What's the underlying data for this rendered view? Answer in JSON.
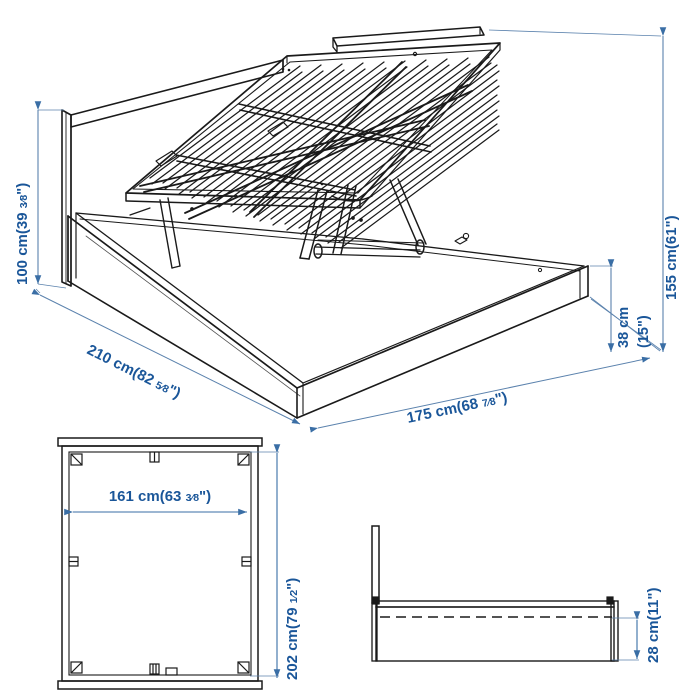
{
  "diagram": {
    "title": "Storage bed frame dimension drawing",
    "product_type": "bed-frame-with-lift-up-storage",
    "views": {
      "perspective": "raised slatted base perspective view",
      "top": "top plan view",
      "side": "side elevation view"
    },
    "accent_color": "#1a5699",
    "line_color": "#1a1a1a",
    "dim_line_color": "#5b82ad",
    "background": "#ffffff"
  },
  "dimensions": {
    "headboard_height": {
      "name": "headboard-height",
      "metric": "100 cm",
      "imperial_whole": "(39 ",
      "imperial_frac_num": "3",
      "imperial_frac_den": "8",
      "imperial_tail": "\")",
      "full": "100 cm (39 3/8\")",
      "view": "perspective",
      "orientation": "vertical-left"
    },
    "open_height": {
      "name": "open-height",
      "metric": "155 cm",
      "imperial": "(61\")",
      "full": "155 cm (61\")",
      "view": "perspective",
      "orientation": "vertical-right"
    },
    "frame_side_height": {
      "name": "frame-side-height",
      "metric": "38 cm",
      "imperial": "(15\")",
      "line1": "38 cm",
      "line2": "(15\")",
      "full": "38 cm (15\")",
      "view": "perspective",
      "orientation": "vertical-right"
    },
    "length": {
      "name": "overall-length",
      "metric": "210 cm",
      "imperial_whole": "(82 ",
      "imperial_frac_num": "5",
      "imperial_frac_den": "8",
      "imperial_tail": "\")",
      "full": "210 cm (82 5/8\")",
      "view": "perspective",
      "orientation": "diagonal-down-right"
    },
    "width": {
      "name": "overall-width",
      "metric": "175 cm",
      "imperial_whole": "(68 ",
      "imperial_frac_num": "7",
      "imperial_frac_den": "8",
      "imperial_tail": "\")",
      "full": "175 cm (68 7/8\")",
      "view": "perspective",
      "orientation": "diagonal-up-right"
    },
    "inner_width": {
      "name": "inner-width",
      "metric": "161 cm",
      "imperial_whole": "(63 ",
      "imperial_frac_num": "3",
      "imperial_frac_den": "8",
      "imperial_tail": "\")",
      "full": "161 cm (63 3/8\")",
      "view": "top",
      "orientation": "horizontal"
    },
    "outer_length_top": {
      "name": "outer-length-top-view",
      "metric": "202 cm",
      "imperial_whole": "(79 ",
      "imperial_frac_num": "1",
      "imperial_frac_den": "2",
      "imperial_tail": "\")",
      "full": "202 cm (79 1/2\")",
      "view": "top",
      "orientation": "vertical"
    },
    "storage_depth": {
      "name": "storage-depth",
      "metric": "28 cm",
      "imperial": "(11\")",
      "full": "28 cm (11\")",
      "view": "side",
      "orientation": "vertical"
    }
  }
}
